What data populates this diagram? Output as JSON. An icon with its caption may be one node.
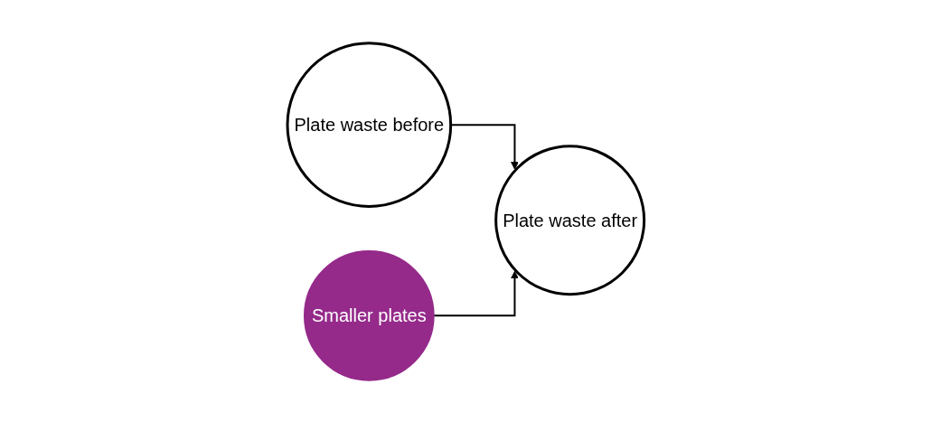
{
  "diagram": {
    "nodes": [
      {
        "text": [
          "Plate waste before"
        ]
      },
      {
        "text": [
          "Smaller plates"
        ]
      },
      {
        "text": [
          "Plate waste after"
        ]
      }
    ],
    "edges": [
      {
        "from": 0,
        "to": 2,
        "arrow": "to"
      },
      {
        "from": 1,
        "to": 2,
        "arrow": "to"
      }
    ]
  }
}
